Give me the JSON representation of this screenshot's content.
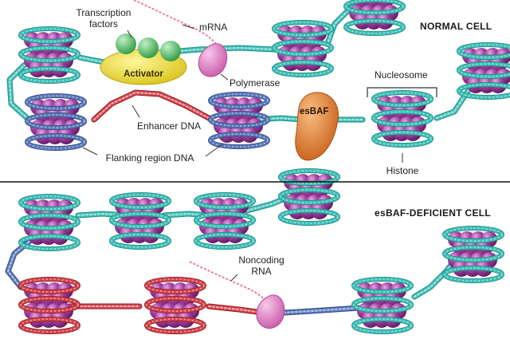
{
  "panels": {
    "top_title": "NORMAL CELL",
    "bottom_title": "esBAF-DEFICIENT CELL"
  },
  "labels": {
    "transcription_factors_line1": "Transcription",
    "transcription_factors_line2": "factors",
    "mrna": "mRNA",
    "activator": "Activator",
    "polymerase": "Polymerase",
    "nucleosome": "Nucleosome",
    "esbaf": "esBAF",
    "enhancer_dna": "Enhancer DNA",
    "flanking_region_dna": "Flanking region DNA",
    "histone": "Histone",
    "noncoding_rna_line1": "Noncoding",
    "noncoding_rna_line2": "RNA"
  },
  "colors": {
    "teal_dna": "#3fbfb7",
    "teal_dark": "#1f8f88",
    "red_dna": "#d6434a",
    "blue_dna": "#5a78b8",
    "histone_purple": "#9b3b9a",
    "histone_dark": "#6a1f6a",
    "activator_yellow": "#f0e23a",
    "factor_green": "#5cbf6a",
    "polymerase_pink": "#e48ccc",
    "esbaf_orange": "#e8842a",
    "mrna_pink": "#ec7aa8"
  }
}
